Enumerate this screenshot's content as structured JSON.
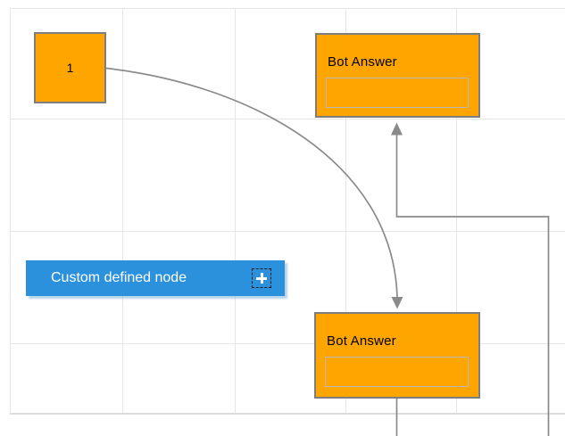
{
  "app": {
    "view": "diagram-canvas"
  },
  "theme": {
    "canvas_bg": "#ffffff",
    "grid_line": "#e6e6e6",
    "grid_border": "#dcdcdc",
    "node_fill": "#ffa500",
    "node_border": "#7e7e7e",
    "node_input_border": "#b9b9b9",
    "custom_node_fill": "#2b91dc",
    "custom_node_text": "#ffffff",
    "connector": "#8a8a8a",
    "text": "#000000"
  },
  "nodes": {
    "start": {
      "label": "1",
      "type": "square"
    },
    "bot_top": {
      "title": "Bot Answer",
      "input_value": ""
    },
    "bot_bottom": {
      "title": "Bot Answer",
      "input_value": ""
    },
    "custom": {
      "label": "Custom defined node",
      "icon": "plus-icon"
    }
  },
  "connections": [
    {
      "from": "start",
      "to": "bot_bottom",
      "style": "curved",
      "arrow": "into-top"
    },
    {
      "from": "offscreen-bottom-right",
      "to": "bot_top",
      "style": "orthogonal",
      "arrow": "into-bottom"
    },
    {
      "from": "bot_bottom",
      "to": "offscreen-bottom",
      "style": "straight",
      "arrow": "none"
    }
  ]
}
